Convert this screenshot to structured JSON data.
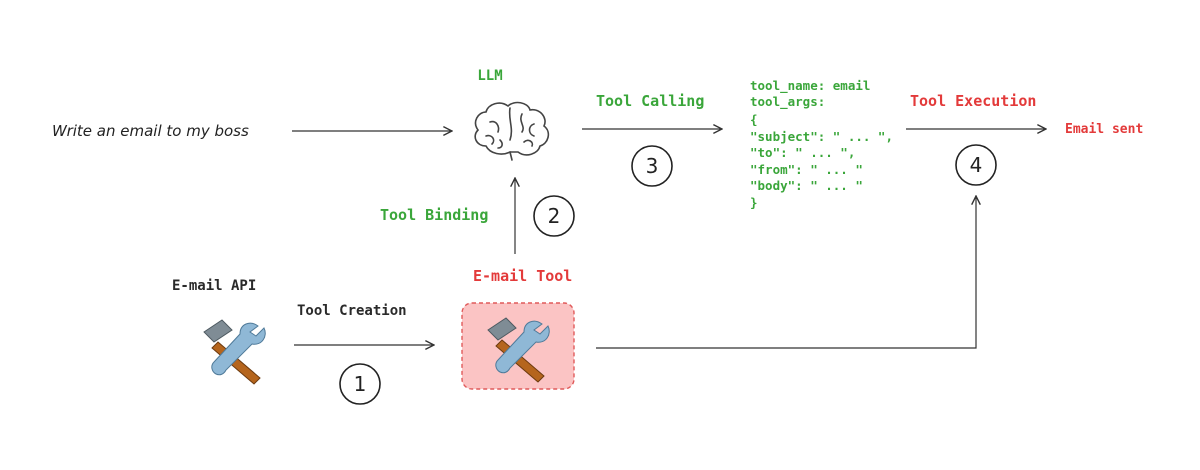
{
  "prompt": "Write an email to my boss",
  "llm_label": "LLM",
  "tool_calling_label": "Tool Calling",
  "tool_binding_label": "Tool Binding",
  "tool_execution_label": "Tool Execution",
  "tool_creation_label": "Tool Creation",
  "email_api_label": "E-mail API",
  "email_tool_label": "E-mail Tool",
  "result_label": "Email sent",
  "tool_call_payload": [
    "tool_name: email",
    "tool_args:",
    "{",
    "\"subject\": \" ... \",",
    "\"to\": \" ... \",",
    "\"from\": \" ... \"",
    "\"body\": \" ... \"",
    "}"
  ],
  "steps": [
    "1",
    "2",
    "3",
    "4"
  ],
  "icons": {
    "llm": "brain-icon",
    "api": "hammer-wrench-icon",
    "tool": "hammer-wrench-icon"
  },
  "colors": {
    "green": "#3aa63a",
    "red": "#e33a3a",
    "tool_fill": "#fbc4c4",
    "tool_border": "#e05a5a"
  }
}
